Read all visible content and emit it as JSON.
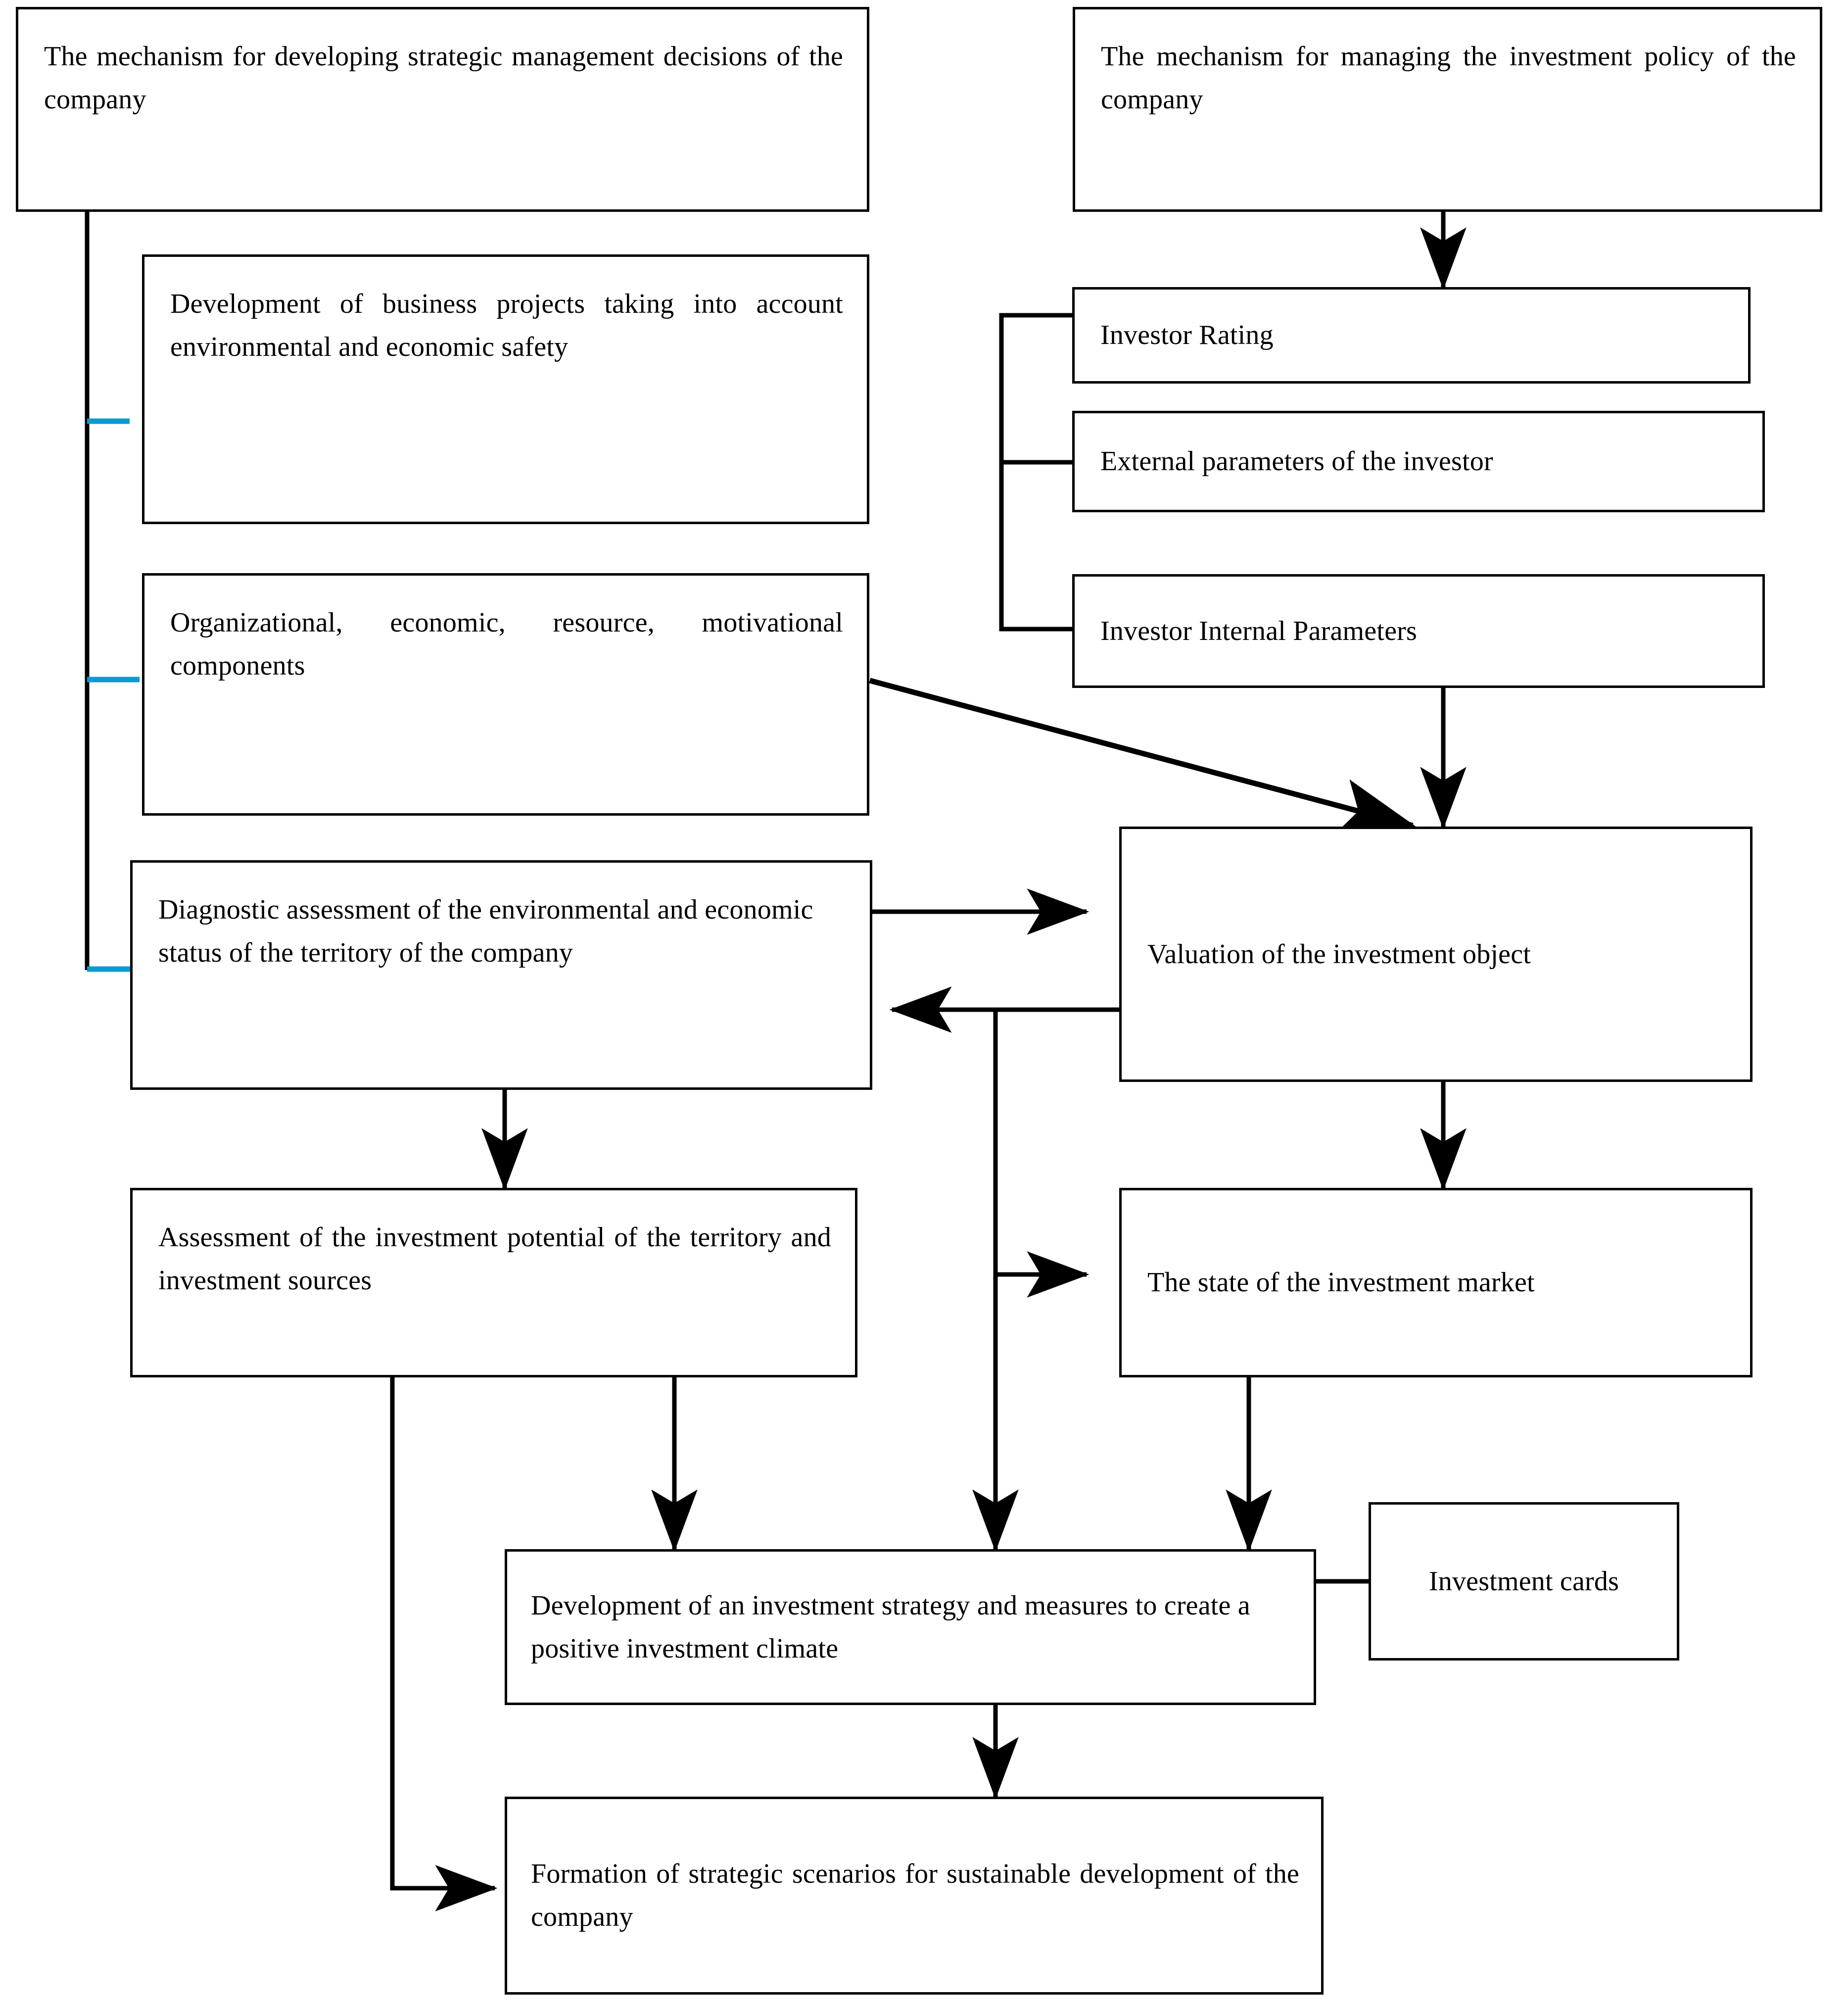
{
  "diagram": {
    "title_text_color": "#000000",
    "box_border_color": "#000000",
    "connector_color": "#000000",
    "highlight_connector_color": "#0B9AD0",
    "background": "#ffffff"
  },
  "nodes": {
    "strategic_mechanism": "The mechanism for developing strategic management decisions of the company",
    "investment_mechanism": "The mechanism for managing the investment policy of the company",
    "business_projects": "Development of business projects taking into account environmental and economic safety",
    "components": "Organizational, economic, resource, motivational components",
    "diagnostic_assessment": "Diagnostic assessment of the environmental and economic status of the territory of the company",
    "investor_rating": "Investor Rating",
    "external_parameters": "External parameters of the investor",
    "internal_parameters": "Investor Internal Parameters",
    "valuation_object": "Valuation of the investment object",
    "investment_potential": "Assessment of the investment potential of the territory and investment sources",
    "investment_market": "The state of the investment market",
    "investment_strategy": "Development of an investment strategy and measures to create a positive investment climate",
    "investment_cards": "Investment cards",
    "strategic_scenarios": "Formation of strategic scenarios for sustainable development of the company"
  },
  "edges": [
    {
      "from": "strategic_mechanism",
      "to": "business_projects",
      "style": "bracket-highlight"
    },
    {
      "from": "strategic_mechanism",
      "to": "components",
      "style": "bracket-highlight"
    },
    {
      "from": "strategic_mechanism",
      "to": "diagnostic_assessment",
      "style": "bracket-highlight"
    },
    {
      "from": "investment_mechanism",
      "to": "investor_rating",
      "style": "arrow"
    },
    {
      "from": "investor_rating",
      "to": "external_parameters",
      "style": "bracket"
    },
    {
      "from": "external_parameters",
      "to": "internal_parameters",
      "style": "bracket"
    },
    {
      "from": "internal_parameters",
      "to": "valuation_object",
      "style": "arrow"
    },
    {
      "from": "components",
      "to": "valuation_object",
      "style": "diagonal-arrow"
    },
    {
      "from": "diagnostic_assessment",
      "to": "valuation_object",
      "style": "arrow"
    },
    {
      "from": "valuation_object",
      "to": "diagnostic_assessment",
      "style": "arrow"
    },
    {
      "from": "valuation_object",
      "to": "investment_market",
      "style": "arrow"
    },
    {
      "from": "valuation_object",
      "to": "investment_strategy",
      "style": "arrow"
    },
    {
      "from": "diagnostic_assessment",
      "to": "investment_potential",
      "style": "arrow"
    },
    {
      "from": "investment_potential",
      "to": "investment_strategy",
      "style": "arrow"
    },
    {
      "from": "investment_market",
      "to": "investment_strategy",
      "style": "arrow"
    },
    {
      "from": "investment_strategy",
      "to": "investment_cards",
      "style": "line"
    },
    {
      "from": "investment_strategy",
      "to": "strategic_scenarios",
      "style": "arrow"
    },
    {
      "from": "investment_potential",
      "to": "strategic_scenarios",
      "style": "arrow"
    }
  ]
}
